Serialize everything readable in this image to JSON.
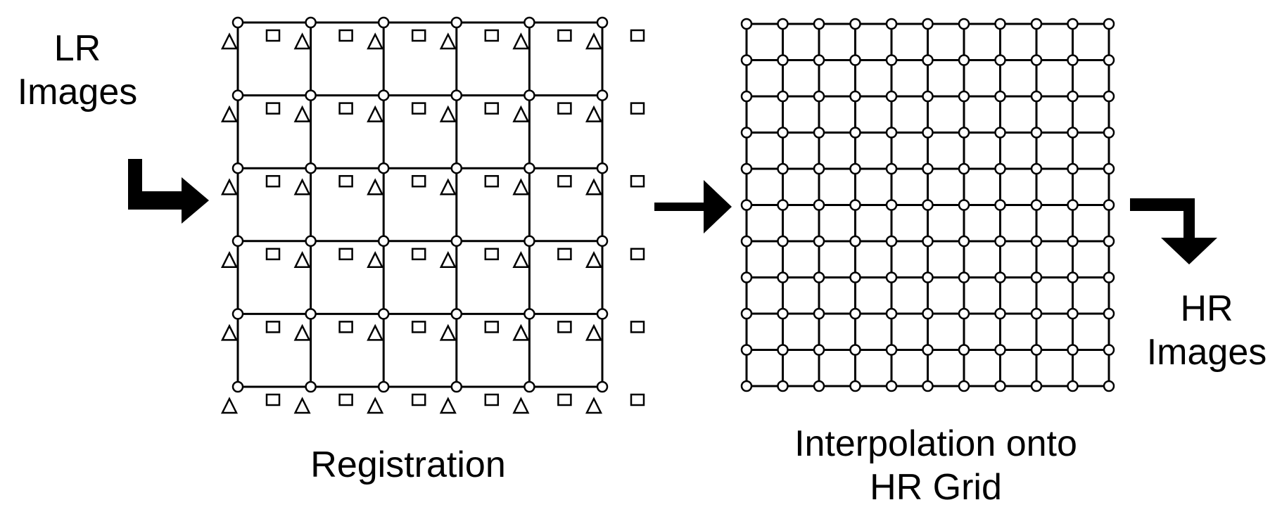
{
  "input": {
    "line1": "LR",
    "line2": "Images"
  },
  "registration": {
    "caption": "Registration"
  },
  "interpolation": {
    "caption_line1": "Interpolation onto",
    "caption_line2": "HR Grid"
  },
  "output": {
    "line1": "HR",
    "line2": "Images"
  },
  "colors": {
    "ink": "#000000",
    "background": "#ffffff"
  }
}
